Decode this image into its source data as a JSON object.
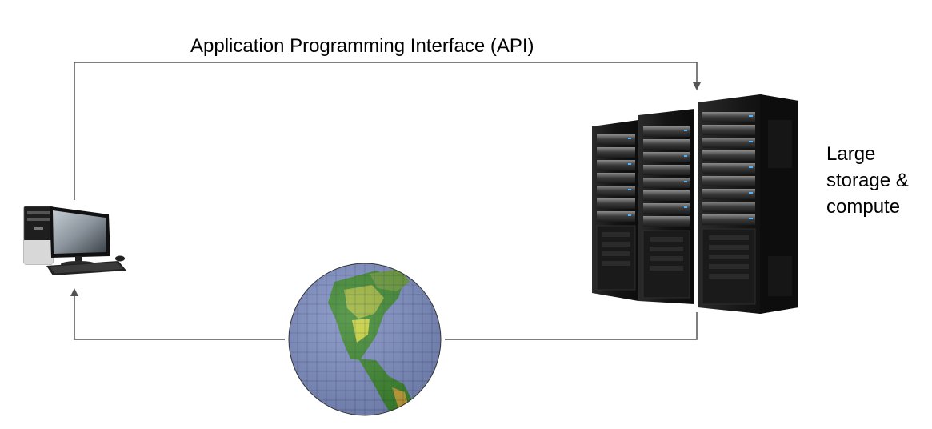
{
  "api_label": "Application Programming Interface (API)",
  "server_label_lines": [
    "Large",
    "storage &",
    "compute"
  ],
  "icons": {
    "client": "desktop-computer-icon",
    "server": "server-rack-icon",
    "globe": "globe-grid-icon"
  },
  "colors": {
    "arrow": "#555555",
    "ocean": "#7f8fc4",
    "land": "#3f8a2e",
    "land_high": "#c9d23a",
    "rack_dark": "#1a1a1a"
  }
}
